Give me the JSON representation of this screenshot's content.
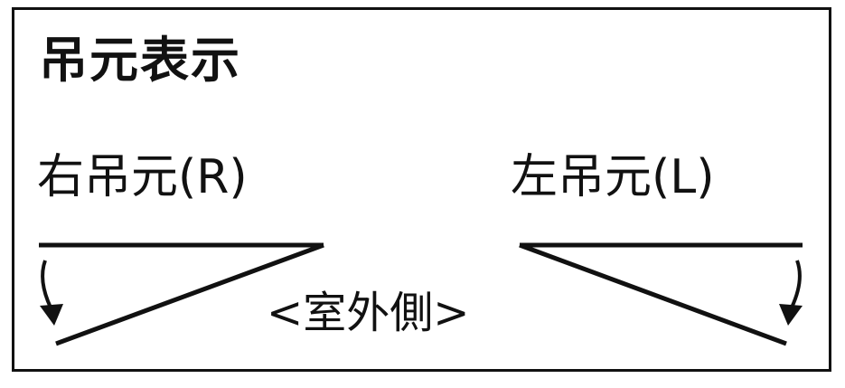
{
  "title": "吊元表示",
  "right_hinge": {
    "label": "右吊元(R)"
  },
  "left_hinge": {
    "label": "左吊元(L)"
  },
  "outside_label": "<室外側>"
}
